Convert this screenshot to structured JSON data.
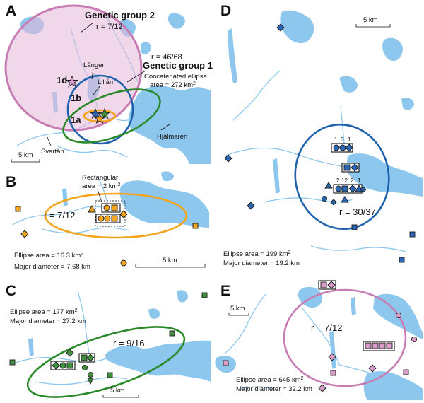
{
  "colors": {
    "water": "#8ec7ee",
    "group2": "#c77cb4",
    "group2_fill": "#e3b6d8",
    "group1": "#1f62ad",
    "green": "#2a8a2a",
    "orange": "#f2a51a",
    "blue_symbol": "#2b67b5",
    "green_symbol": "#3f8f3f",
    "pink_symbol": "#d99cc8"
  },
  "panels": {
    "A": {
      "letter": "A",
      "group2_title": "Genetic group 2",
      "group2_ratio": "r = 7/12",
      "group1_title": "Genetic group 1",
      "group1_ratio": "r = 46/68",
      "concat_line1": "Concatenated ellipse",
      "concat_line2": "area = 272 km",
      "concat_sup": "2",
      "place_langen": "Lången",
      "place_lillan": "Lillån",
      "place_svartan": "Svartån",
      "place_hjalmaren": "Hjälmaren",
      "label_1a": "1a",
      "label_1b": "1b",
      "label_1d": "1d",
      "scale": "5 km"
    },
    "B": {
      "letter": "B",
      "rect_line1": "Rectangular",
      "rect_line2": "area = 2 km",
      "rect_sup": "2",
      "ratio": "r = 7/12",
      "area_text": "Ellipse area = 16.3 km",
      "area_sup": "2",
      "diameter": "Major diameter = 7.68 km",
      "scale": "5 km"
    },
    "C": {
      "letter": "C",
      "area_text": "Ellipse area = 177 km",
      "area_sup": "2",
      "diameter": "Major diameter = 27.2 km",
      "ratio": "r = 9/16",
      "scale": "5 km"
    },
    "D": {
      "letter": "D",
      "scale": "5 km",
      "counts_top": [
        "1",
        "3",
        "1"
      ],
      "counts_mid": [
        "2",
        "12",
        "2",
        "1"
      ],
      "ratio": "r = 30/37",
      "area_text": "Ellipse area = 199 km",
      "area_sup": "2",
      "diameter": "Major diameter = 19.2 km"
    },
    "E": {
      "letter": "E",
      "scale": "5 km",
      "ratio": "r = 7/12",
      "area_text": "Ellipse area = 645 km",
      "area_sup": "2",
      "diameter": "Major diameter = 32.2 km"
    }
  }
}
